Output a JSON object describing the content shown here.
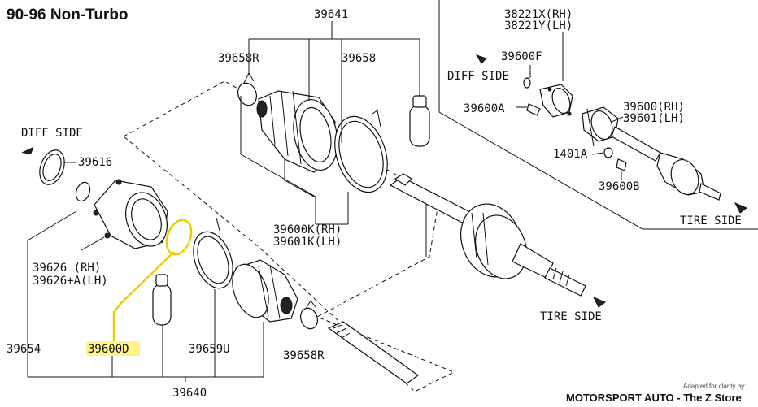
{
  "title": "90-96 Non-Turbo",
  "labels": {
    "p39641": "39641",
    "p39658r_top": "39658R",
    "p39658": "39658",
    "p39616": "39616",
    "p39626": "39626  (RH)",
    "p39626a": "39626+A(LH)",
    "p39654": "39654",
    "p39600d": "39600D",
    "p39659u": "39659U",
    "p39658r_bot": "39658R",
    "p39640": "39640",
    "p39600k": "39600K(RH)",
    "p39601k": "39601K(LH)",
    "p38221x": "38221X(RH)",
    "p38221y": "38221Y(LH)",
    "p39600f": "39600F",
    "p39600a": "39600A",
    "p39600rh": "39600(RH)",
    "p39601lh": "39601(LH)",
    "p1401a": "1401A",
    "p39600b": "39600B"
  },
  "directions": {
    "diff_side_left": "DIFF SIDE",
    "diff_side_right": "DIFF SIDE",
    "tire_side_bottom": "TIRE SIDE",
    "tire_side_right": "TIRE SIDE"
  },
  "highlight_color": "#e6d200",
  "credit": {
    "small": "Adapted for clarity by:",
    "main": "MOTORSPORT AUTO - The Z Store"
  }
}
